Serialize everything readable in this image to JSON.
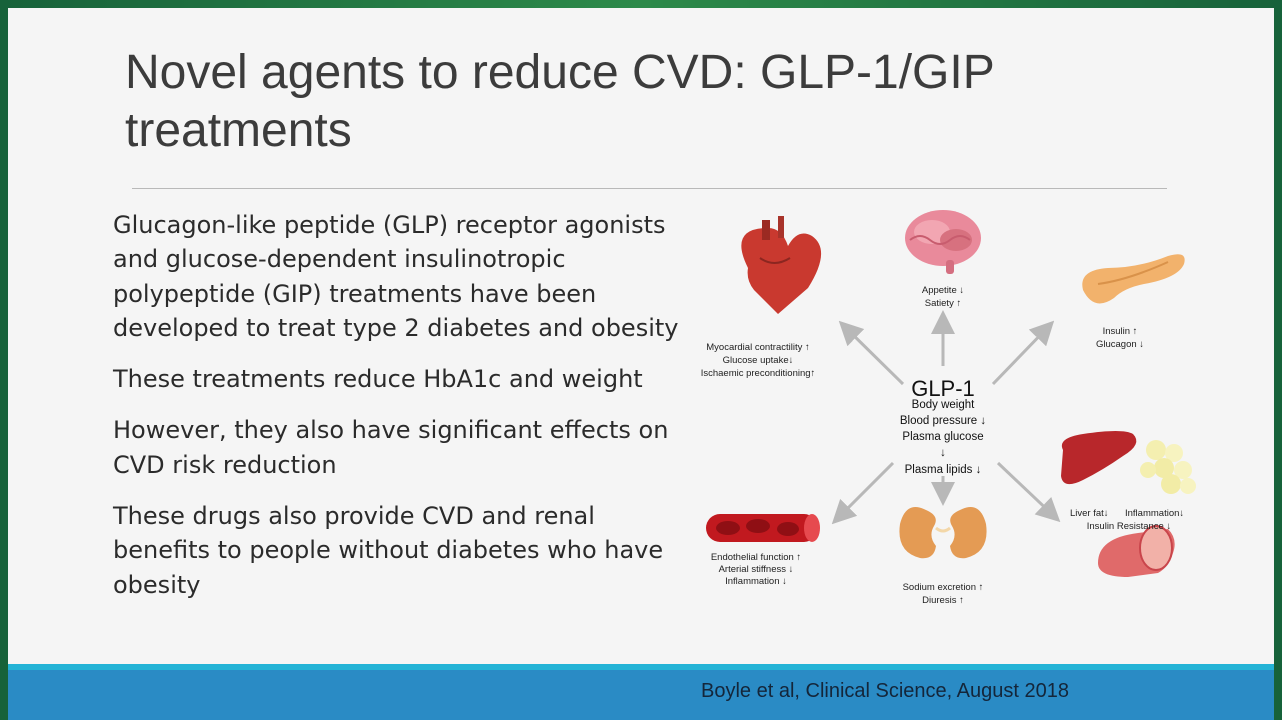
{
  "slide": {
    "title": "Novel agents to reduce CVD:  GLP-1/GIP treatments",
    "bullets": [
      "Glucagon-like peptide (GLP) receptor agonists and glucose-dependent insulinotropic polypeptide (GIP) treatments have been developed to treat type 2 diabetes and obesity",
      "These treatments reduce HbA1c and weight",
      "However, they also have significant effects on CVD risk reduction",
      "These drugs also provide CVD and renal benefits to people without diabetes who have obesity"
    ],
    "citation": "Boyle et al, Clinical Science, August 2018"
  },
  "diagram": {
    "center_title": "GLP-1",
    "center_lines": [
      "Body weight",
      "Blood pressure ↓",
      "Plasma glucose",
      "↓",
      "Plasma lipids ↓"
    ],
    "brain": [
      "Appetite ↓",
      "Satiety ↑"
    ],
    "heart": [
      "Myocardial contractility ↑",
      "Glucose uptake↓",
      "Ischaemic preconditioning↑"
    ],
    "pancreas": [
      "Insulin ↑",
      "Glucagon ↓"
    ],
    "liver": [
      "Liver fat↓",
      "Inflammation↓",
      "Insulin Resistance ↓"
    ],
    "kidney": [
      "Sodium excretion ↑",
      "Diuresis ↑"
    ],
    "vessel": [
      "Endothelial function ↑",
      "Arterial stiffness ↓",
      "Inflammation ↓"
    ]
  },
  "colors": {
    "frame": "#1d6b3a",
    "slide_bg": "#f5f5f5",
    "footer": "#2a8bc5",
    "footer_stripe": "#24b3d6"
  }
}
